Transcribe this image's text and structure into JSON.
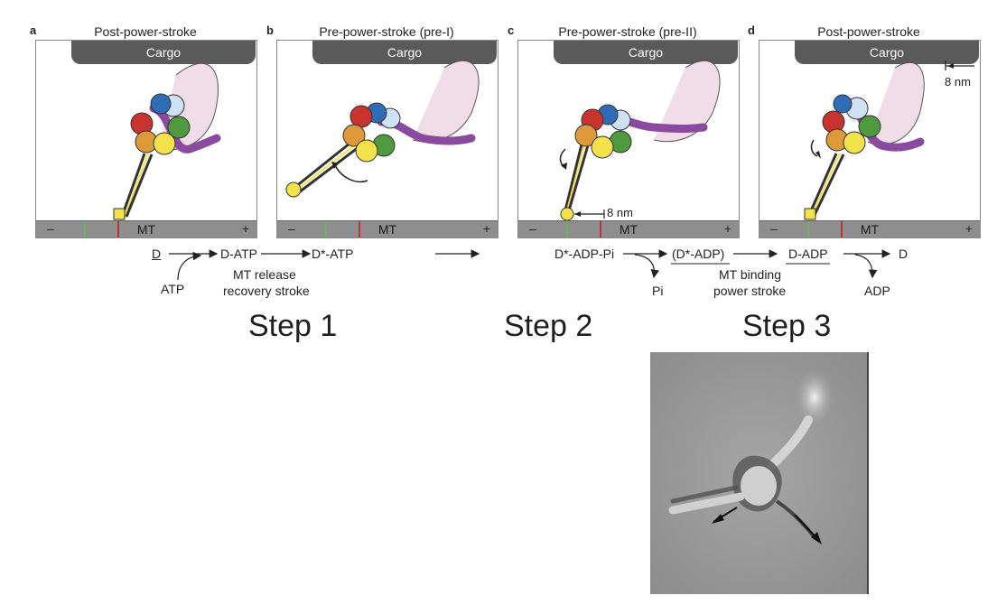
{
  "panels": [
    {
      "letter": "a",
      "title": "Post-power-stroke"
    },
    {
      "letter": "b",
      "title": "Pre-power-stroke (pre-I)"
    },
    {
      "letter": "c",
      "title": "Pre-power-stroke (pre-II)"
    },
    {
      "letter": "d",
      "title": "Post-power-stroke"
    }
  ],
  "cargo_label": "Cargo",
  "mt": {
    "label": "MT",
    "minus": "–",
    "plus": "+"
  },
  "annotations": {
    "c_8nm": "8 nm",
    "d_8nm": "8 nm"
  },
  "scheme": {
    "d": "D",
    "d_atp": "D-ATP",
    "dstar_atp": "D*-ATP",
    "atp": "ATP",
    "mt_release": "MT release",
    "recovery_stroke": "recovery stroke",
    "dstar_adp_pi": "D*-ADP-Pi",
    "pi": "Pi",
    "dstar_adp": "(D*-ADP)",
    "mt_binding": "MT binding",
    "power_stroke": "power stroke",
    "d_adp": "D-ADP",
    "d_end": "D",
    "adp": "ADP"
  },
  "steps": [
    "Step 1",
    "Step 2",
    "Step 3"
  ],
  "colors": {
    "cargo": "#5a5a5a",
    "mt": "#8e8e8e",
    "green_tick": "#6db35a",
    "red_tick": "#c0322e",
    "stalk": "#e9d2e0",
    "linker": "#8a4aa0",
    "red": "#c8332e",
    "blue": "#2e6db5",
    "lightblue": "#cfe2f5",
    "green": "#4f9a3e",
    "orange": "#de9a3a",
    "yellow": "#f3e24a"
  }
}
